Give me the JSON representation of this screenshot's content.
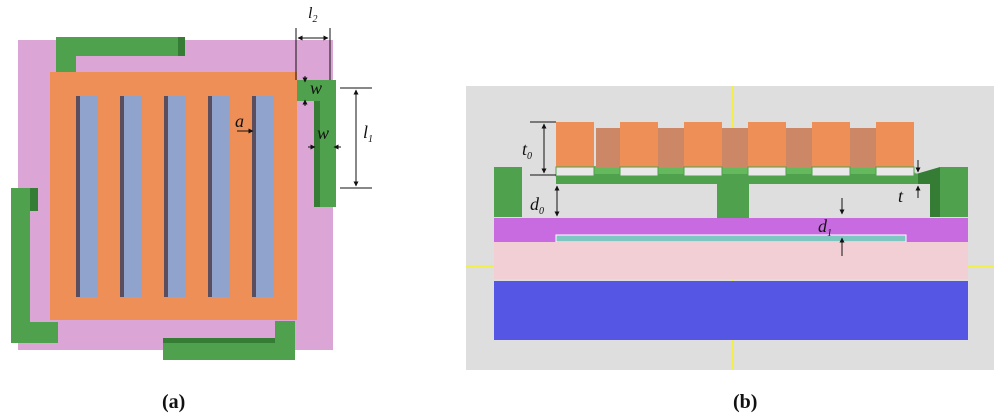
{
  "panels": {
    "a": {
      "caption": "(a)",
      "labels": {
        "l2": [
          "l",
          "2"
        ],
        "w_top": "w",
        "w_side": "w",
        "a": "a",
        "l1": [
          "l",
          "1"
        ]
      }
    },
    "b": {
      "caption": "(b)",
      "labels": {
        "t0": [
          "t",
          "0"
        ],
        "d0": [
          "d",
          "0"
        ],
        "d1": [
          "d",
          "1"
        ],
        "t": "t"
      }
    }
  },
  "colors": {
    "substrate_pink": "#dba5d5",
    "metal_orange": "#ee8f57",
    "slot_blue": "#8fa3cc",
    "electrode_green": "#4fa14d",
    "electrode_green_dark": "#357d35",
    "panel_gray": "#dedede",
    "layer_violet": "#c86be0",
    "layer_teal": "#7ec6c2",
    "layer_pink": "#f2cfd5",
    "layer_blue": "#5656e4",
    "guide_yellow": "#f3ef49"
  }
}
